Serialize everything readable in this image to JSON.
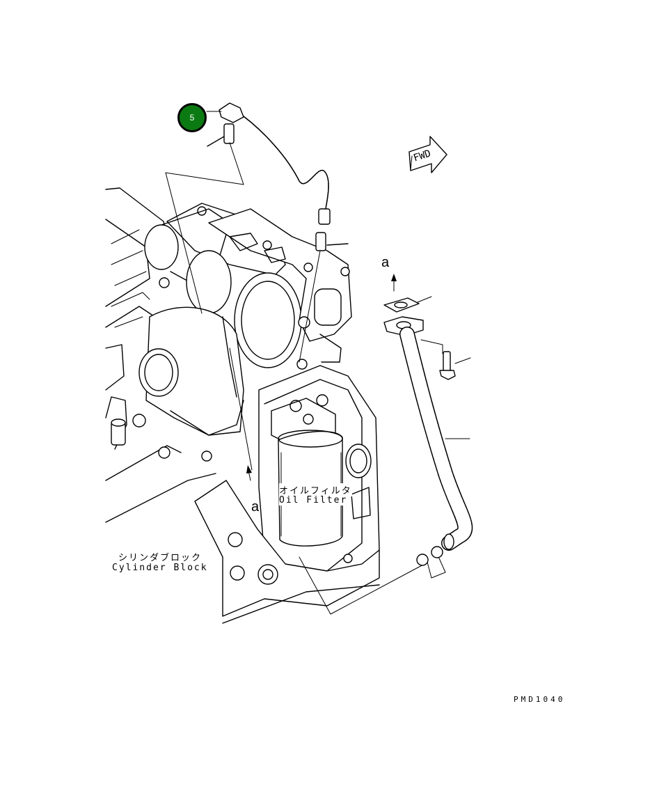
{
  "callout": {
    "number": "5",
    "color": "#0b7a12"
  },
  "direction_arrow": {
    "label": "FWD"
  },
  "view_markers": {
    "upper": "a",
    "lower": "a"
  },
  "oil_filter": {
    "label_jp": "オイルフィルタ",
    "label_en": "Oil Filter"
  },
  "cylinder_block": {
    "label_jp": "シリンダブロック",
    "label_en": "Cylinder Block"
  },
  "drawing_code": "PMD1040"
}
